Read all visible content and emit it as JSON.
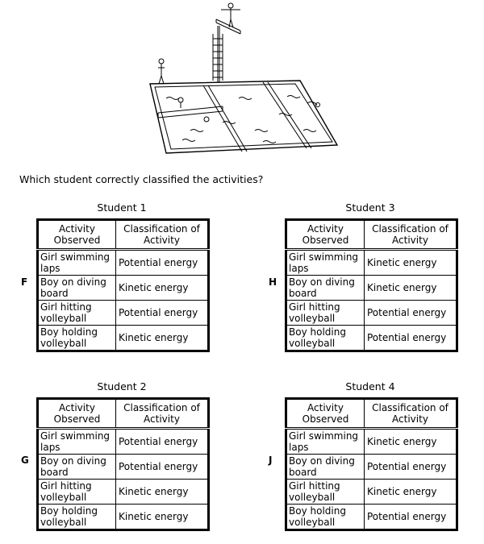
{
  "question": "Which student correctly classified the activities?",
  "table_headers": {
    "activity": "Activity Observed",
    "classification": "Classification of Activity"
  },
  "students": [
    {
      "title": "Student 1",
      "letter": "F",
      "rows": [
        {
          "activity": "Girl swimming laps",
          "classification": "Potential energy"
        },
        {
          "activity": "Boy on diving board",
          "classification": "Kinetic energy"
        },
        {
          "activity": "Girl hitting volleyball",
          "classification": "Potential energy"
        },
        {
          "activity": "Boy holding volleyball",
          "classification": "Kinetic energy"
        }
      ]
    },
    {
      "title": "Student 3",
      "letter": "H",
      "rows": [
        {
          "activity": "Girl swimming laps",
          "classification": "Kinetic energy"
        },
        {
          "activity": "Boy on diving board",
          "classification": "Kinetic energy"
        },
        {
          "activity": "Girl hitting volleyball",
          "classification": "Potential energy"
        },
        {
          "activity": "Boy holding volleyball",
          "classification": "Potential energy"
        }
      ]
    },
    {
      "title": "Student 2",
      "letter": "G",
      "rows": [
        {
          "activity": "Girl swimming laps",
          "classification": "Potential energy"
        },
        {
          "activity": "Boy on diving board",
          "classification": "Potential energy"
        },
        {
          "activity": "Girl hitting volleyball",
          "classification": "Kinetic energy"
        },
        {
          "activity": "Boy holding volleyball",
          "classification": "Kinetic energy"
        }
      ]
    },
    {
      "title": "Student 4",
      "letter": "J",
      "rows": [
        {
          "activity": "Girl swimming laps",
          "classification": "Kinetic energy"
        },
        {
          "activity": "Boy on diving board",
          "classification": "Potential energy"
        },
        {
          "activity": "Girl hitting volleyball",
          "classification": "Kinetic energy"
        },
        {
          "activity": "Boy holding volleyball",
          "classification": "Potential energy"
        }
      ]
    }
  ]
}
